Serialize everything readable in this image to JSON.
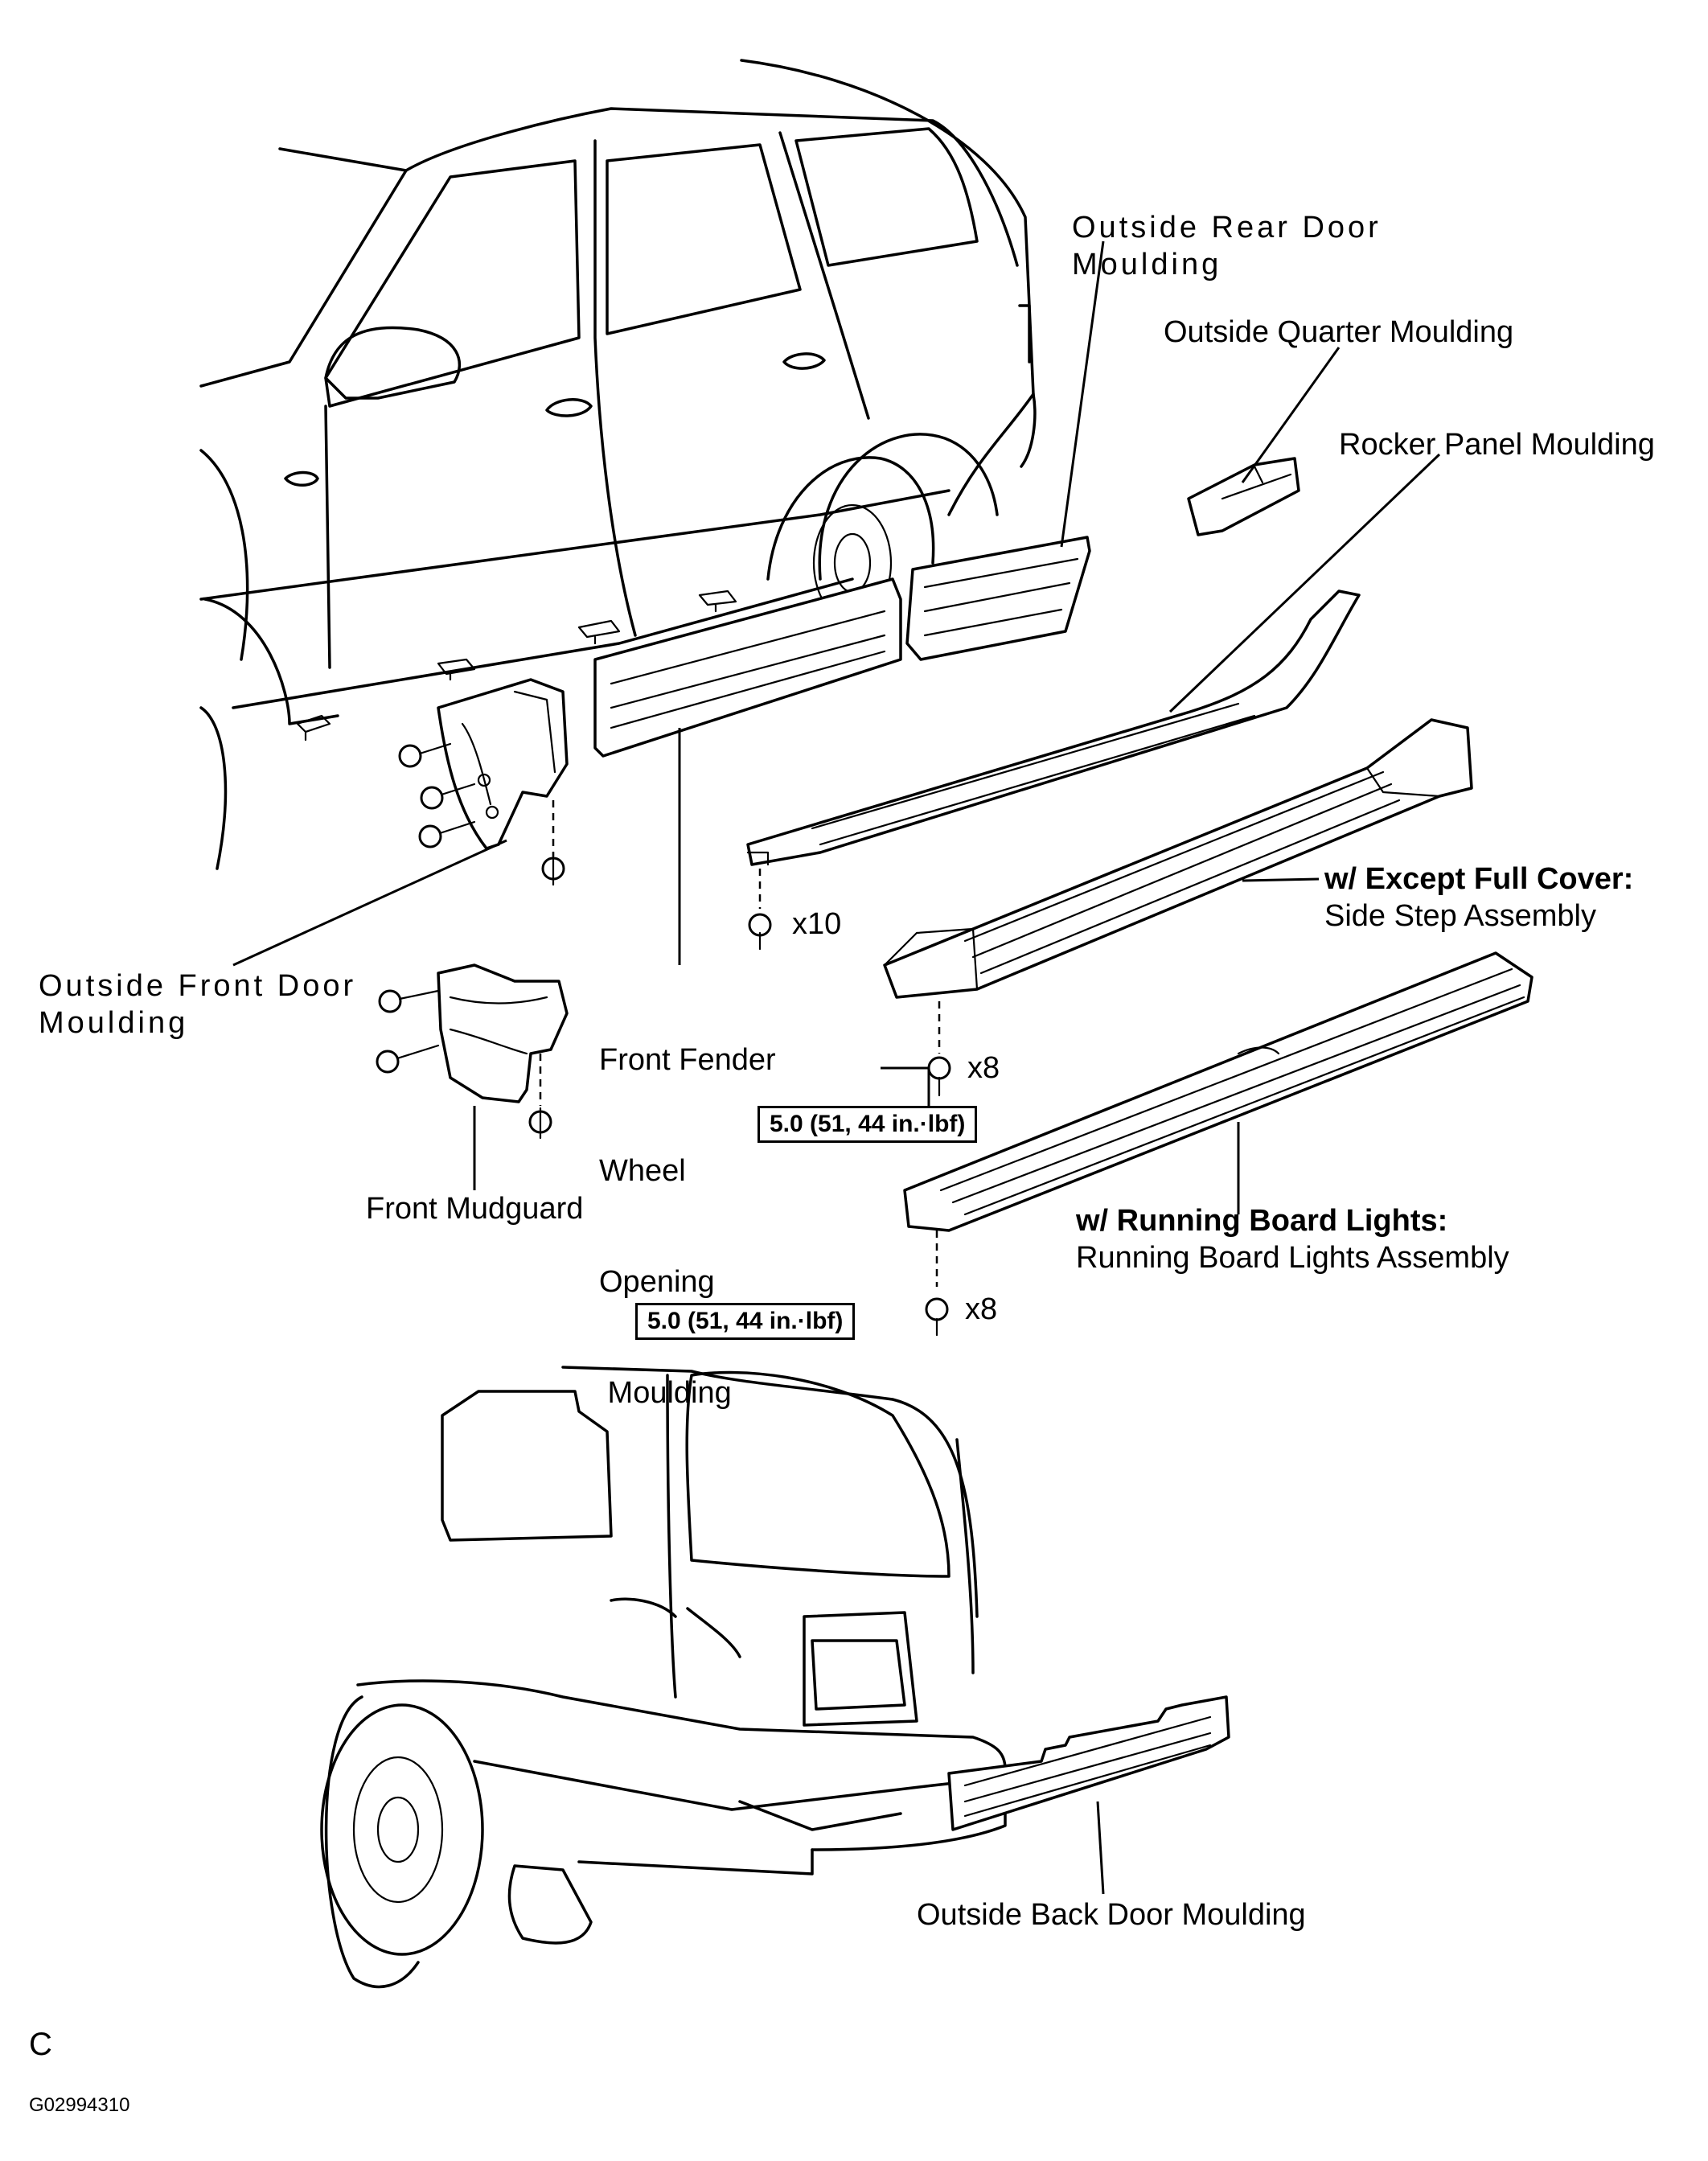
{
  "labels": {
    "outside_rear_door_moulding": [
      "Outside Rear Door",
      "Moulding"
    ],
    "outside_quarter_moulding": "Outside Quarter Moulding",
    "rocker_panel_moulding": "Rocker Panel Moulding",
    "outside_front_door_moulding": [
      "Outside Front Door",
      "Moulding"
    ],
    "front_fender_wheel_opening_moulding": [
      "Front Fender",
      "Wheel",
      "Opening",
      " Moulding"
    ],
    "front_mudguard": "Front Mudguard",
    "side_step_condition": "w/ Except Full Cover:",
    "side_step_assembly": "Side Step Assembly",
    "running_board_condition": "w/ Running Board Lights:",
    "running_board_assembly": "Running Board Lights Assembly",
    "outside_back_door_moulding": "Outside Back Door Moulding"
  },
  "fasteners": {
    "clip_qty": "x10",
    "side_step_qty": "x8",
    "side_step_torque": "5.0 (51, 44 in.·lbf)",
    "running_board_qty": "x8",
    "running_board_torque": "5.0 (51, 44 in.·lbf)"
  },
  "footer": {
    "letter": "C",
    "figure_id": "G02994310"
  }
}
